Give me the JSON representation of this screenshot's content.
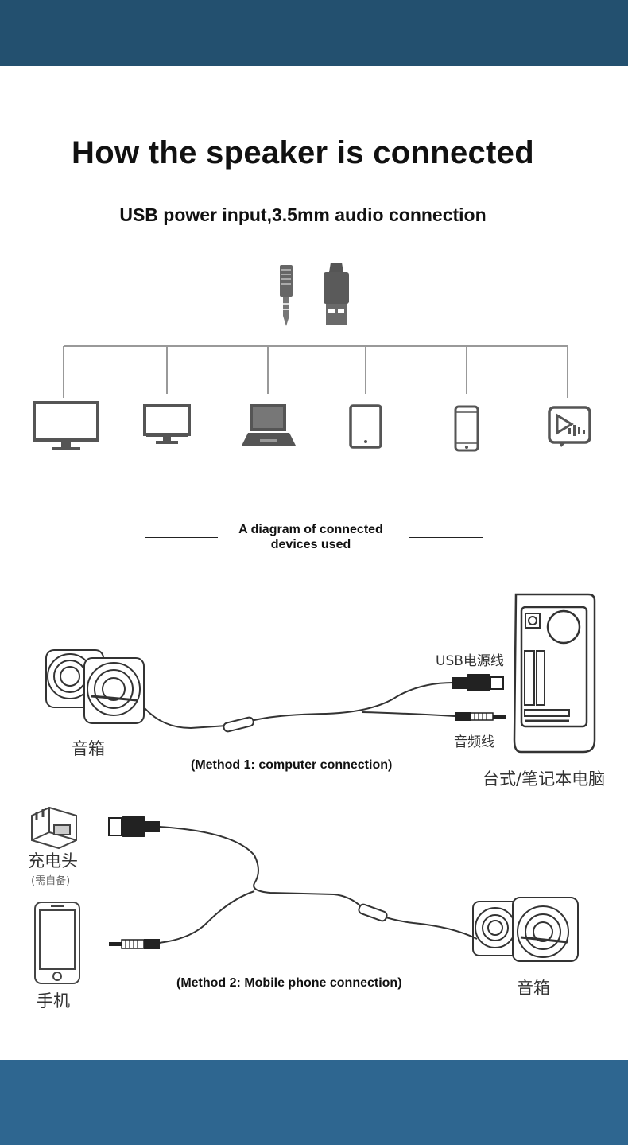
{
  "title": "How the speaker is connected",
  "subtitle": "USB power input,3.5mm audio connection",
  "connectors": [
    "audio-jack-plug-icon",
    "usb-plug-icon"
  ],
  "devices": [
    "tv-monitor-icon",
    "desktop-monitor-icon",
    "laptop-icon",
    "tablet-icon",
    "smartphone-icon",
    "media-player-icon"
  ],
  "caption": {
    "line1": "A diagram of connected",
    "line2": "devices used"
  },
  "method1": {
    "label": "(Method 1: computer connection)",
    "speaker_label": "音箱",
    "usb_label": "USB电源线",
    "audio_label": "音频线",
    "computer_label": "台式/笔记本电脑"
  },
  "method2": {
    "label": "(Method 2: Mobile phone connection)",
    "charger_label": "充电头",
    "charger_note": "(需自备)",
    "phone_label": "手机",
    "speaker_label": "音箱"
  },
  "colors": {
    "band_top": "#23506f",
    "band_bottom": "#2e6690",
    "line": "#999999",
    "icon": "#555555"
  }
}
